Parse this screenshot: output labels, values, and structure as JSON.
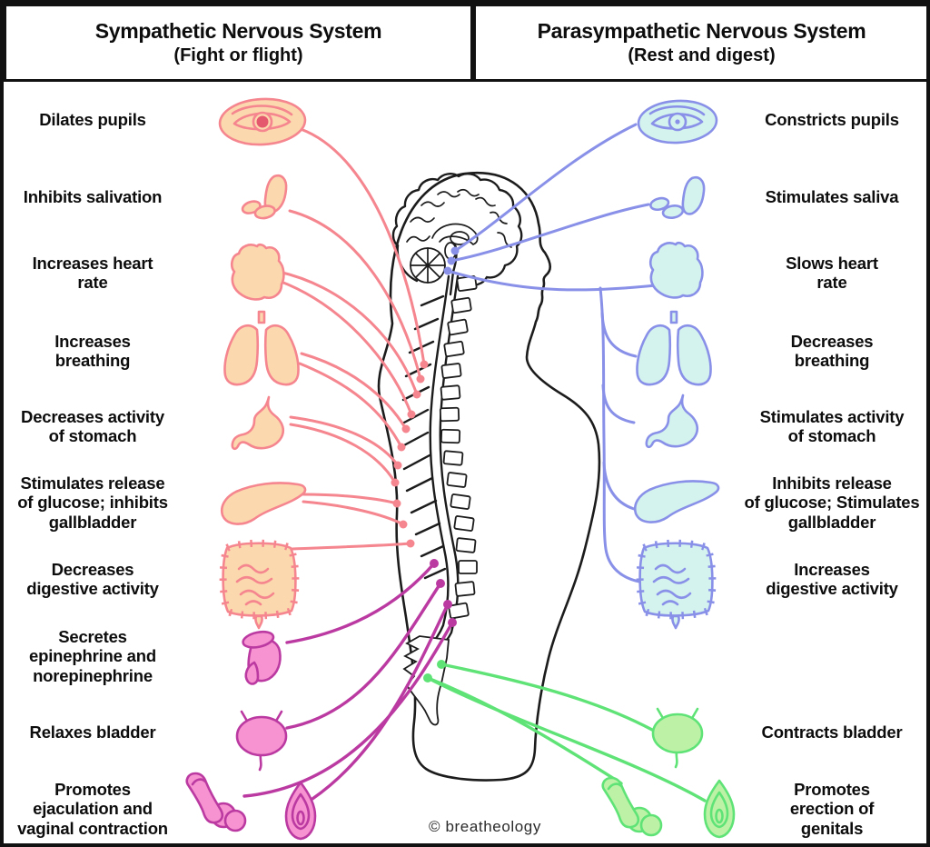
{
  "header": {
    "left": {
      "title": "Sympathetic Nervous System",
      "subtitle": "(Fight or flight)"
    },
    "right": {
      "title": "Parasympathetic Nervous System",
      "subtitle": "(Rest and digest)"
    }
  },
  "sympathetic": {
    "labels": [
      "Dilates pupils",
      "Inhibits salivation",
      "Increases heart\nrate",
      "Increases\nbreathing",
      "Decreases activity\nof stomach",
      "Stimulates release\nof glucose; inhibits\ngallbladder",
      "Decreases\ndigestive activity",
      "Secretes\nepinephrine and\nnorepinephrine",
      "Relaxes bladder",
      "Promotes\nejaculation and\nvaginal contraction"
    ],
    "organ_icons": [
      "eye-icon",
      "salivary-glands-icon",
      "heart-icon",
      "lungs-icon",
      "stomach-icon",
      "liver-icon",
      "intestines-icon",
      "adrenal-gland-icon",
      "bladder-icon",
      "penis-icon",
      "vulva-icon"
    ]
  },
  "parasympathetic": {
    "labels": [
      "Constricts pupils",
      "Stimulates saliva",
      "Slows heart\nrate",
      "Decreases\nbreathing",
      "Stimulates activity\nof stomach",
      "Inhibits release\nof glucose; Stimulates\ngallbladder",
      "Increases\ndigestive activity",
      "Contracts bladder",
      "Promotes\nerection of\ngenitals"
    ],
    "organ_icons": [
      "eye-icon",
      "salivary-glands-icon",
      "heart-icon",
      "lungs-icon",
      "stomach-icon",
      "liver-icon",
      "intestines-icon",
      "bladder-icon",
      "penis-icon",
      "vulva-icon"
    ]
  },
  "center_icons": [
    "human-profile-icon",
    "brain-icon",
    "spine-icon"
  ],
  "footer": {
    "credit": "© breatheology"
  },
  "colors": {
    "outline": "#1c1c1c",
    "sym-nerve": "#f5858e",
    "sym-fill": "#fcd8ae",
    "sym-pelvic-nerve": "#bb3aa2",
    "sym-pelvic-fill": "#f793d0",
    "para-nerve": "#8890e8",
    "para-fill": "#d4f2ee",
    "para-pelvic-nerve": "#5fe377",
    "para-pelvic-fill": "#bdf2a6",
    "pupil": "#e4596e"
  }
}
